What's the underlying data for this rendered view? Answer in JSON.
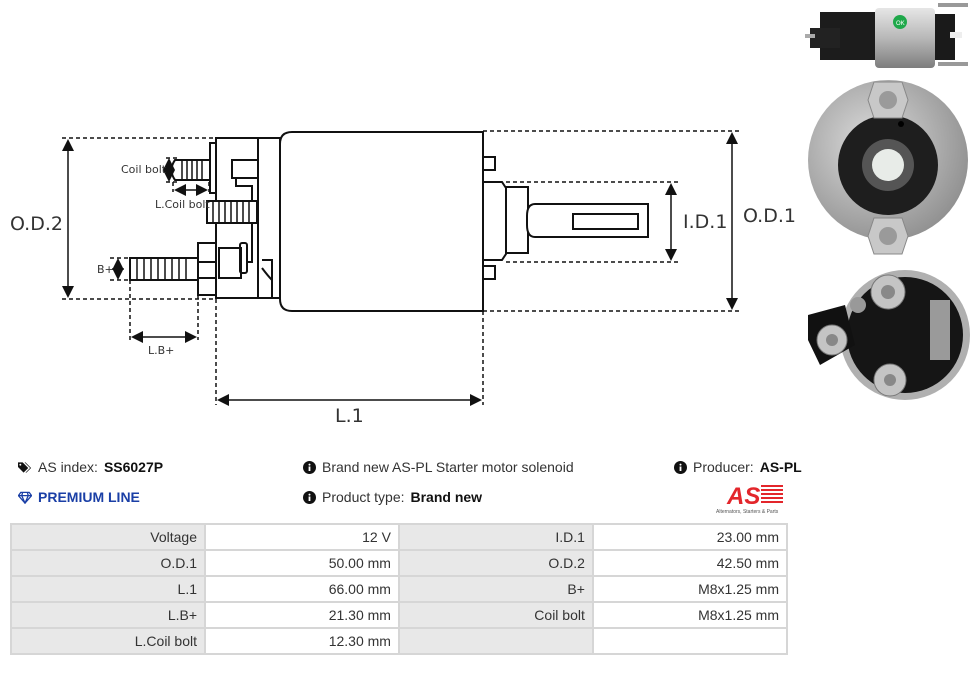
{
  "diagram": {
    "labels": {
      "od2": "O.D.2",
      "od1": "O.D.1",
      "id1": "I.D.1",
      "l1": "L.1",
      "coil_bolt": "Coil bolt",
      "l_coil_bolt": "L.Coil bolt",
      "b_plus": "B+",
      "l_b_plus": "L.B+"
    }
  },
  "photos": {
    "side_view": "solenoid side view photo",
    "front_view": "solenoid front view photo",
    "rear_view": "solenoid rear terminal view photo",
    "sticker_text": "OK"
  },
  "info": {
    "as_index_label": "AS index:",
    "as_index_value": "SS6027P",
    "as_index_icon": "tags-icon",
    "premium_line": "PREMIUM LINE",
    "premium_icon": "diamond-icon",
    "description": "Brand new AS-PL Starter motor solenoid",
    "product_type_label": "Product type:",
    "product_type_value": "Brand new",
    "producer_label": "Producer:",
    "producer_value": "AS-PL",
    "info_icon": "info-circle-icon",
    "logo_text": "AS",
    "logo_tagline": "Alternators, Starters & Parts"
  },
  "colors": {
    "premium": "#1a3fa6",
    "logo_red": "#e3262b",
    "label_bg": "#e8e8e8",
    "border": "#d6d6d6"
  },
  "specs": {
    "rows": [
      {
        "l1": "Voltage",
        "v1": "12 V",
        "l2": "I.D.1",
        "v2": "23.00 mm"
      },
      {
        "l1": "O.D.1",
        "v1": "50.00 mm",
        "l2": "O.D.2",
        "v2": "42.50 mm"
      },
      {
        "l1": "L.1",
        "v1": "66.00 mm",
        "l2": "B+",
        "v2": "M8x1.25 mm"
      },
      {
        "l1": "L.B+",
        "v1": "21.30 mm",
        "l2": "Coil bolt",
        "v2": "M8x1.25 mm"
      },
      {
        "l1": "L.Coil bolt",
        "v1": "12.30 mm",
        "l2": "",
        "v2": ""
      }
    ]
  }
}
